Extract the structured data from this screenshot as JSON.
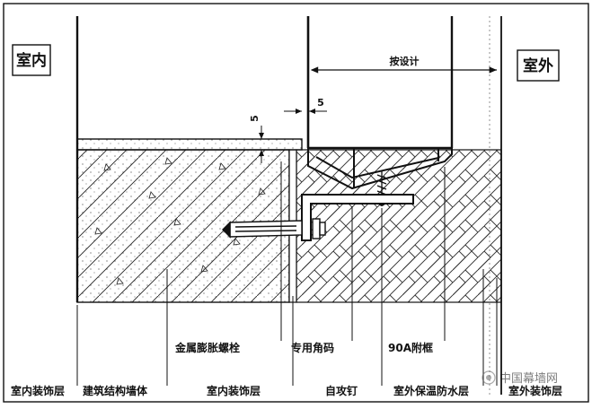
{
  "labels": {
    "indoor_tag": "室内",
    "outdoor_tag": "室外",
    "dim_design": "按设计",
    "dim_5_vertical": "5",
    "dim_5_horizontal": "5",
    "metal_anchor_bolt": "金属膨胀螺栓",
    "special_angle_bracket": "专用角码",
    "frame_90a": "90A附框",
    "interior_finish_left": "室内装饰层",
    "structural_wall": "建筑结构墙体",
    "interior_finish_mid": "室内装饰层",
    "self_tapping_screw": "自攻钉",
    "exterior_insulation_waterproof": "室外保温防水层",
    "exterior_finish": "室外装饰层"
  },
  "watermark": "中国幕墙网",
  "colors": {
    "line": "#111111",
    "concrete_fill": "#ffffff",
    "insulation_fill": "#f4f4f4",
    "frame_fill": "#ffffff"
  }
}
